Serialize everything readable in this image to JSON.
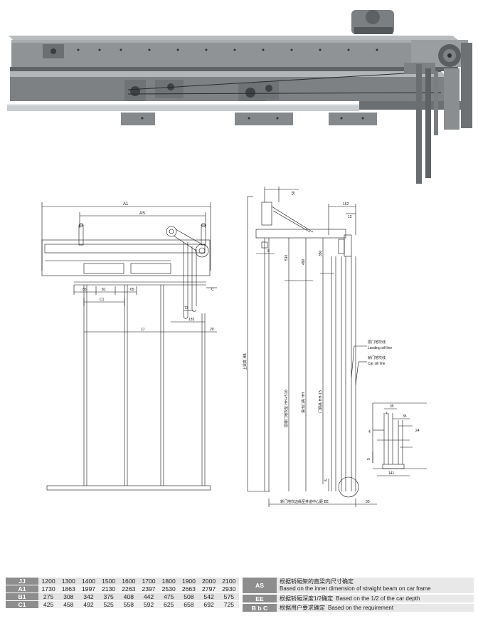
{
  "photo": {
    "description_icon": "operator-machine-photo"
  },
  "front_view": {
    "labels": {
      "a1": "A1",
      "as": "AS",
      "b5": "85",
      "b81": "81",
      "b65": "65",
      "c": "C",
      "c1": "C1",
      "d73": "73",
      "d183": "183",
      "jj": "JJ",
      "d20": "20"
    }
  },
  "side_view": {
    "labels": {
      "d50": "50",
      "d162": "162",
      "d12": "12",
      "d8": "8",
      "d510": "510",
      "d490": "490",
      "d350": "350",
      "hb": "上梁高 HB",
      "hh510": "层楼门地坎至 HH+510",
      "hh": "进出口高 HH",
      "hh15": "门洞高 HH-15",
      "landing_cn": "层门地坎线",
      "landing_en": "Landing sill line",
      "car_cn": "轿门地坎线",
      "car_en": "Car sill line",
      "d5": "5",
      "ee": "轿门地坎边缘至井道中心距 EE",
      "d30": "30"
    }
  },
  "detail_view": {
    "labels": {
      "d35a": "35",
      "d4": "4",
      "d35b": "35",
      "d24": "24",
      "d4b": "4",
      "d5": "5",
      "d141": "141"
    }
  },
  "spec_table": {
    "rows": [
      {
        "key": "JJ",
        "values": [
          "1200",
          "1300",
          "1400",
          "1500",
          "1600",
          "1700",
          "1800",
          "1900",
          "2000",
          "2100"
        ]
      },
      {
        "key": "A1",
        "values": [
          "1730",
          "1863",
          "1997",
          "2130",
          "2263",
          "2397",
          "2530",
          "2663",
          "2797",
          "2930"
        ]
      },
      {
        "key": "B1",
        "values": [
          "275",
          "308",
          "342",
          "375",
          "408",
          "442",
          "475",
          "508",
          "542",
          "575"
        ]
      },
      {
        "key": "C1",
        "values": [
          "425",
          "458",
          "492",
          "525",
          "558",
          "592",
          "625",
          "658",
          "692",
          "725"
        ]
      }
    ]
  },
  "notes": {
    "as": {
      "key": "AS",
      "cn": "根据轿厢架的直梁内尺寸确定",
      "en": "Based on the inner dimension of straight beam on car frame"
    },
    "ee": {
      "key": "EE",
      "cn": "根据轿厢深度1/2确定",
      "en": "Based on the 1/2 of the car depth"
    },
    "bbc": {
      "key": "B b C",
      "cn": "根据用户要求确定",
      "en": "Based on the requirement"
    }
  }
}
